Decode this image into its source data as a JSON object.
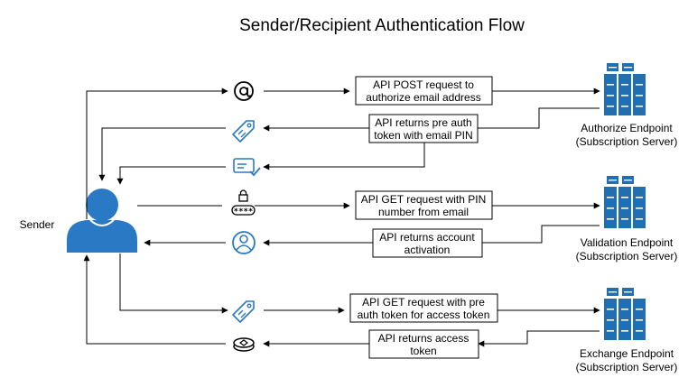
{
  "title": "Sender/Recipient Authentication Flow",
  "sender_label": "Sender",
  "colors": {
    "accent": "#2a79c4",
    "server": "#1f6fb2",
    "line": "#000000"
  },
  "endpoints": [
    {
      "name": "Authorize Endpoint",
      "sub": "(Subscription Server)"
    },
    {
      "name": "Validation Endpoint",
      "sub": "(Subscription Server)"
    },
    {
      "name": "Exchange Endpoint",
      "sub": "(Subscription Server)"
    }
  ],
  "steps": [
    {
      "line1": "API POST request to",
      "line2": "authorize email address",
      "icon": "at-sign-icon"
    },
    {
      "line1": "API returns pre auth",
      "line2": "token with email PIN",
      "icon": "token-tag-icon"
    },
    {
      "line1": "",
      "line2": "",
      "icon": "email-check-icon"
    },
    {
      "line1": "API GET request with PIN",
      "line2": "number from email",
      "icon": "pin-lock-icon",
      "pin_mask": "****"
    },
    {
      "line1": "API returns account",
      "line2": "activation",
      "icon": "user-account-icon"
    },
    {
      "line1": "API GET request with pre",
      "line2": "auth token for access token",
      "icon": "token-tag-icon"
    },
    {
      "line1": "API returns access",
      "line2": "token",
      "icon": "access-token-coin-icon"
    }
  ]
}
